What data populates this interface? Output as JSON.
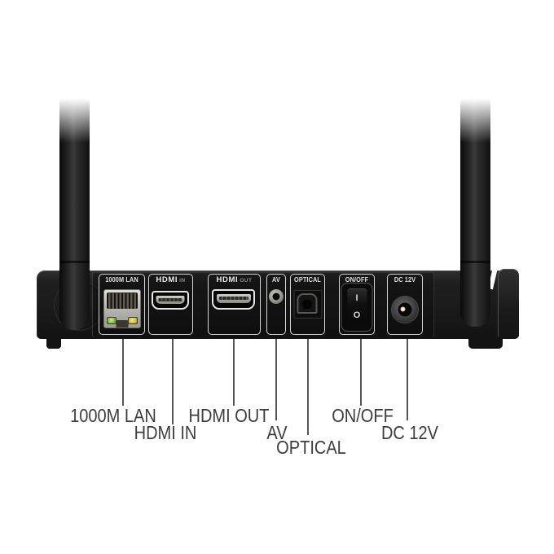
{
  "photo": {
    "subject": "tv-box rear panel with two wifi antennas",
    "background_color": "#ffffff",
    "body_color": "#1d1d1d",
    "port_outline_color": "#e8e8e8",
    "led_green_color": "#7db53b",
    "led_yellow_color": "#cdb845"
  },
  "device": {
    "ports": {
      "lan": {
        "panel_label": "1000M LAN"
      },
      "hdmi_in": {
        "brand": "HDMI",
        "suffix": "IN"
      },
      "hdmi_out": {
        "brand": "HDMI",
        "suffix": "OUT"
      },
      "av": {
        "panel_label": "AV"
      },
      "optical": {
        "panel_label": "OPTICAL"
      },
      "power": {
        "panel_label": "ON/OFF",
        "on_mark": "I",
        "off_mark": "O"
      },
      "dc": {
        "panel_label": "DC 12V"
      }
    }
  },
  "callouts": [
    {
      "label": "1000M LAN"
    },
    {
      "label": "HDMI IN"
    },
    {
      "label": "HDMI OUT"
    },
    {
      "label": "AV"
    },
    {
      "label": "OPTICAL"
    },
    {
      "label": "ON/OFF"
    },
    {
      "label": "DC 12V"
    }
  ]
}
